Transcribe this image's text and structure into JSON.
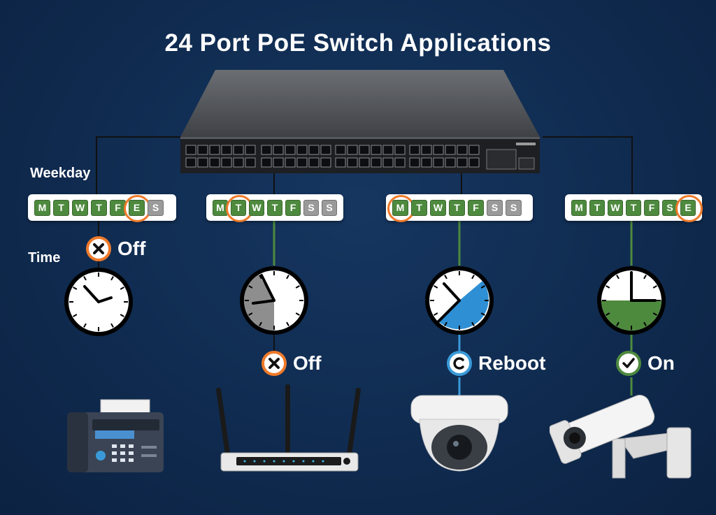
{
  "title": "24 Port PoE Switch Applications",
  "labels": {
    "weekday": "Weekday",
    "time": "Time"
  },
  "days": [
    "M",
    "T",
    "W",
    "T",
    "F",
    "S",
    "S"
  ],
  "groups": [
    {
      "letters": [
        "M",
        "T",
        "W",
        "T",
        "F",
        "E",
        "S"
      ],
      "on": [
        1,
        1,
        1,
        1,
        1,
        1,
        0
      ],
      "selected": 5,
      "status": "Off",
      "status_icon": "x-icon",
      "status_color": "#ef7a2a",
      "device": "fax-phone"
    },
    {
      "letters": [
        "M",
        "T",
        "W",
        "T",
        "F",
        "S",
        "S"
      ],
      "on": [
        1,
        1,
        1,
        1,
        1,
        0,
        0
      ],
      "selected": 1,
      "status": "Off",
      "status_icon": "x-icon",
      "status_color": "#ef7a2a",
      "device": "wifi-router"
    },
    {
      "letters": [
        "M",
        "T",
        "W",
        "T",
        "F",
        "S",
        "S"
      ],
      "on": [
        1,
        1,
        1,
        1,
        1,
        0,
        0
      ],
      "selected": 0,
      "status": "Reboot",
      "status_icon": "reboot-icon",
      "status_color": "#3a9ad9",
      "device": "dome-camera"
    },
    {
      "letters": [
        "M",
        "T",
        "W",
        "T",
        "F",
        "S",
        "E"
      ],
      "on": [
        1,
        1,
        1,
        1,
        1,
        1,
        1
      ],
      "selected": 6,
      "status": "On",
      "status_icon": "check-icon",
      "status_color": "#4e8a3e",
      "device": "bullet-camera"
    }
  ],
  "colors": {
    "background": "#0f2a4e",
    "off_accent": "#ef7a2a",
    "reboot_accent": "#3a9ad9",
    "on_accent": "#4e8a3e",
    "day_active": "#4e8a3e",
    "day_inactive": "#9a9a9a"
  }
}
